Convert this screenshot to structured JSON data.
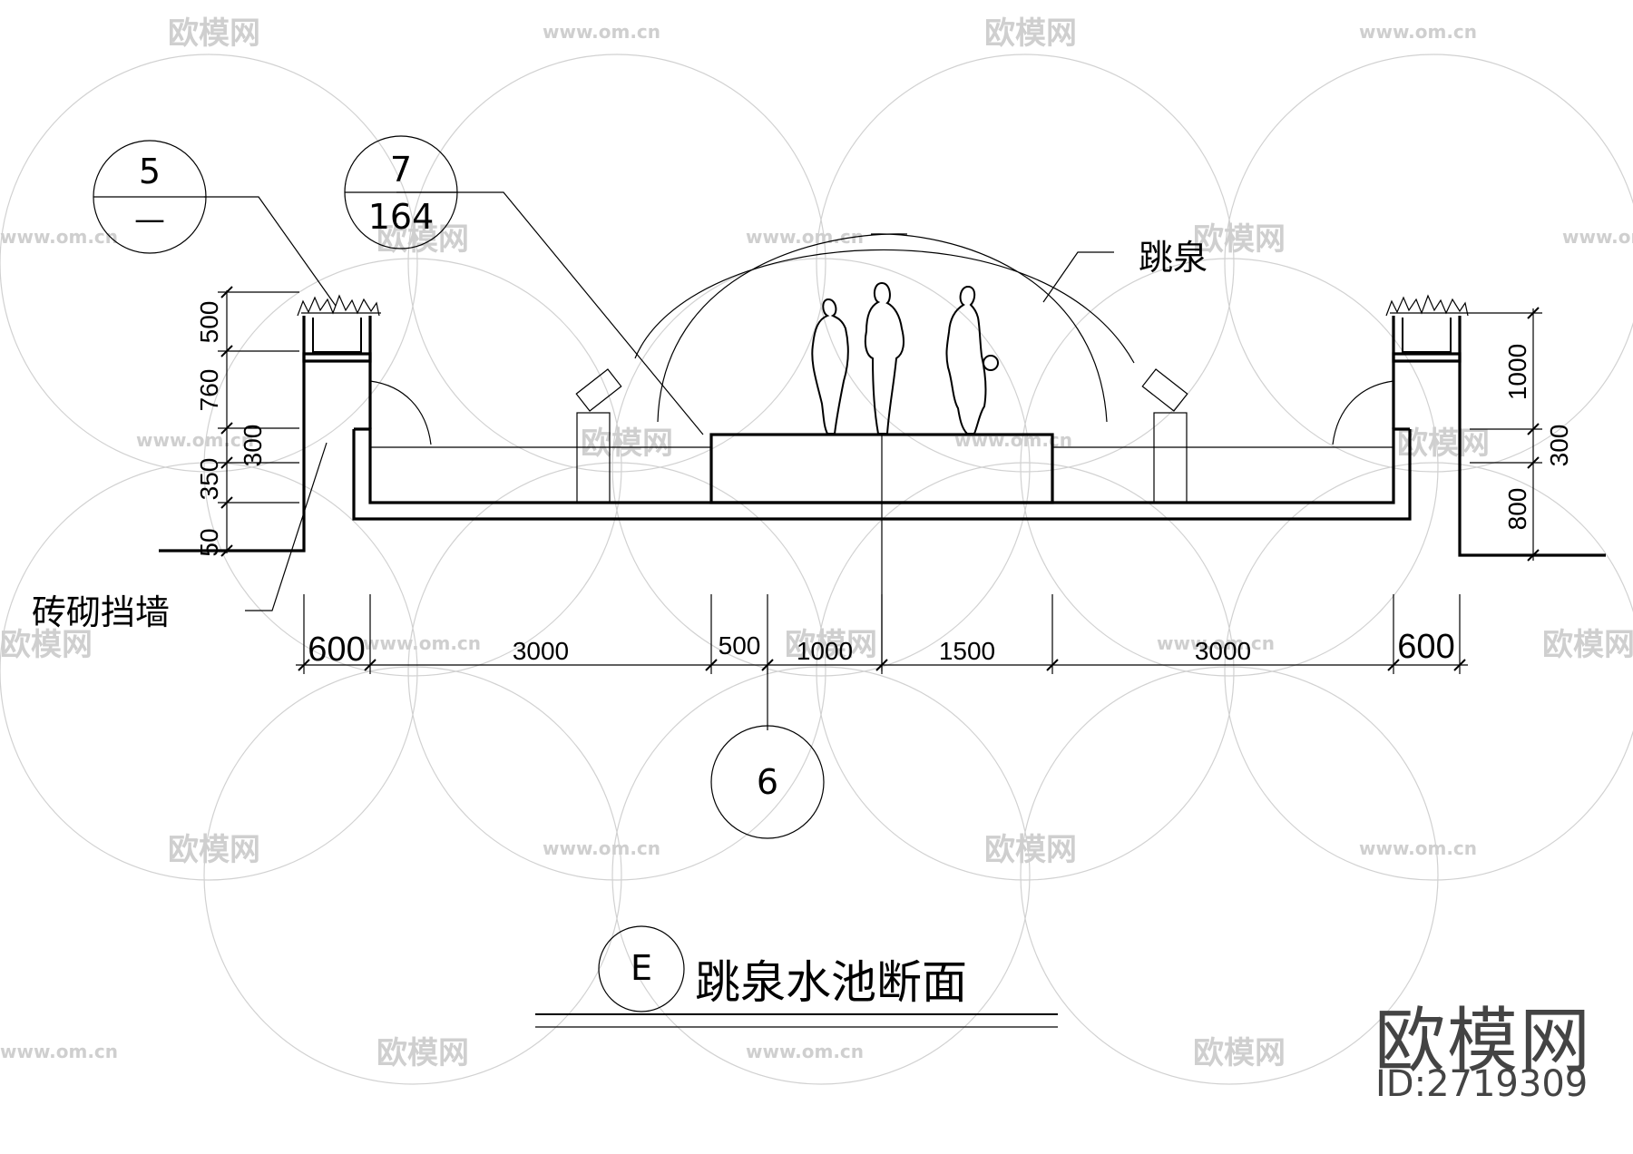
{
  "drawing": {
    "title": "跳泉水池断面",
    "section_mark": "E",
    "callouts": {
      "c5": {
        "top": "5",
        "bottom": "—"
      },
      "c7": {
        "top": "7",
        "bottom": "164"
      },
      "c6": {
        "label": "6"
      }
    },
    "labels": {
      "fountain": "跳泉",
      "brick_wall": "砖砌挡墙"
    },
    "left_vertical_dims": [
      "500",
      "760",
      "300",
      "350",
      "50"
    ],
    "right_vertical_dims": [
      "1000",
      "300",
      "800"
    ],
    "horizontal_dims": {
      "d600a": "600",
      "d3000a": "3000",
      "d500": "500",
      "d1000": "1000",
      "d1500": "1500",
      "d3000b": "3000",
      "d600b": "600"
    }
  },
  "watermark": {
    "logo_text": "欧模网",
    "url": "www.om.cn",
    "id_text": "ID:2719309"
  }
}
